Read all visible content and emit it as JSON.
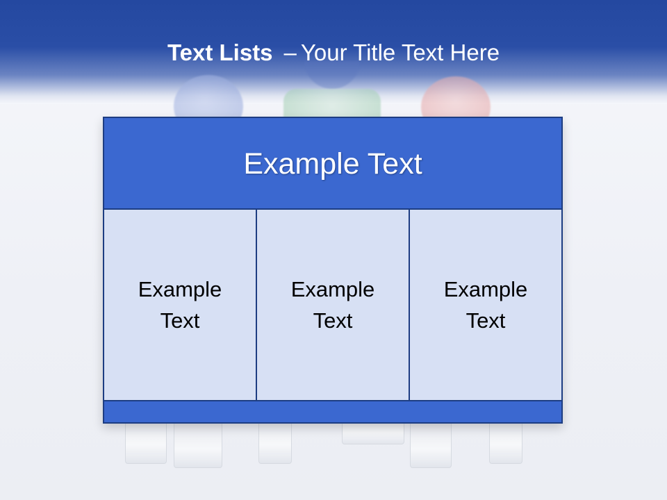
{
  "slide": {
    "title_strong": "Text Lists",
    "title_dash": "–",
    "title_rest": "Your Title Text Here"
  },
  "board": {
    "header_text": "Example Text",
    "columns": [
      {
        "text": "Example Text"
      },
      {
        "text": "Example Text"
      },
      {
        "text": "Example Text"
      }
    ]
  },
  "colors": {
    "header_band": "#2448a0",
    "board_fill": "#3b68d0",
    "cell_fill": "#d7e0f4",
    "border": "#1d3d82"
  }
}
